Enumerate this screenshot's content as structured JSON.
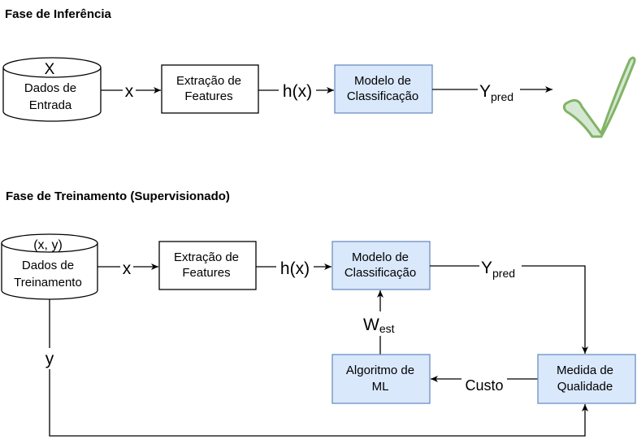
{
  "inference": {
    "title": "Fase de Inferência",
    "data_store": {
      "symbol": "X",
      "line1": "Dados de",
      "line2": "Entrada"
    },
    "edge_x": "x",
    "feature_box": {
      "line1": "Extração de",
      "line2": "Features"
    },
    "edge_hx": "h(x)",
    "model_box": {
      "line1": "Modelo de",
      "line2": "Classificação"
    },
    "output": {
      "main": "Y",
      "sub": "pred"
    },
    "check_icon": "checkmark-icon"
  },
  "training": {
    "title": "Fase de Treinamento (Supervisionado)",
    "data_store": {
      "symbol": "(x, y)",
      "line1": "Dados de",
      "line2": "Treinamento"
    },
    "edge_x": "x",
    "feature_box": {
      "line1": "Extração de",
      "line2": "Features"
    },
    "edge_hx": "h(x)",
    "model_box": {
      "line1": "Modelo de",
      "line2": "Classificação"
    },
    "output": {
      "main": "Y",
      "sub": "pred"
    },
    "weights": {
      "main": "W",
      "sub": "est"
    },
    "algo_box": {
      "line1": "Algoritmo de",
      "line2": "ML"
    },
    "cost_label": "Custo",
    "quality_box": {
      "line1": "Medida de",
      "line2": "Qualidade"
    },
    "edge_y": "y"
  },
  "colors": {
    "model_fill": "#dae8fc",
    "model_stroke": "#6c8ebf",
    "check_fill": "#d5e8d4",
    "check_stroke": "#82b366"
  }
}
